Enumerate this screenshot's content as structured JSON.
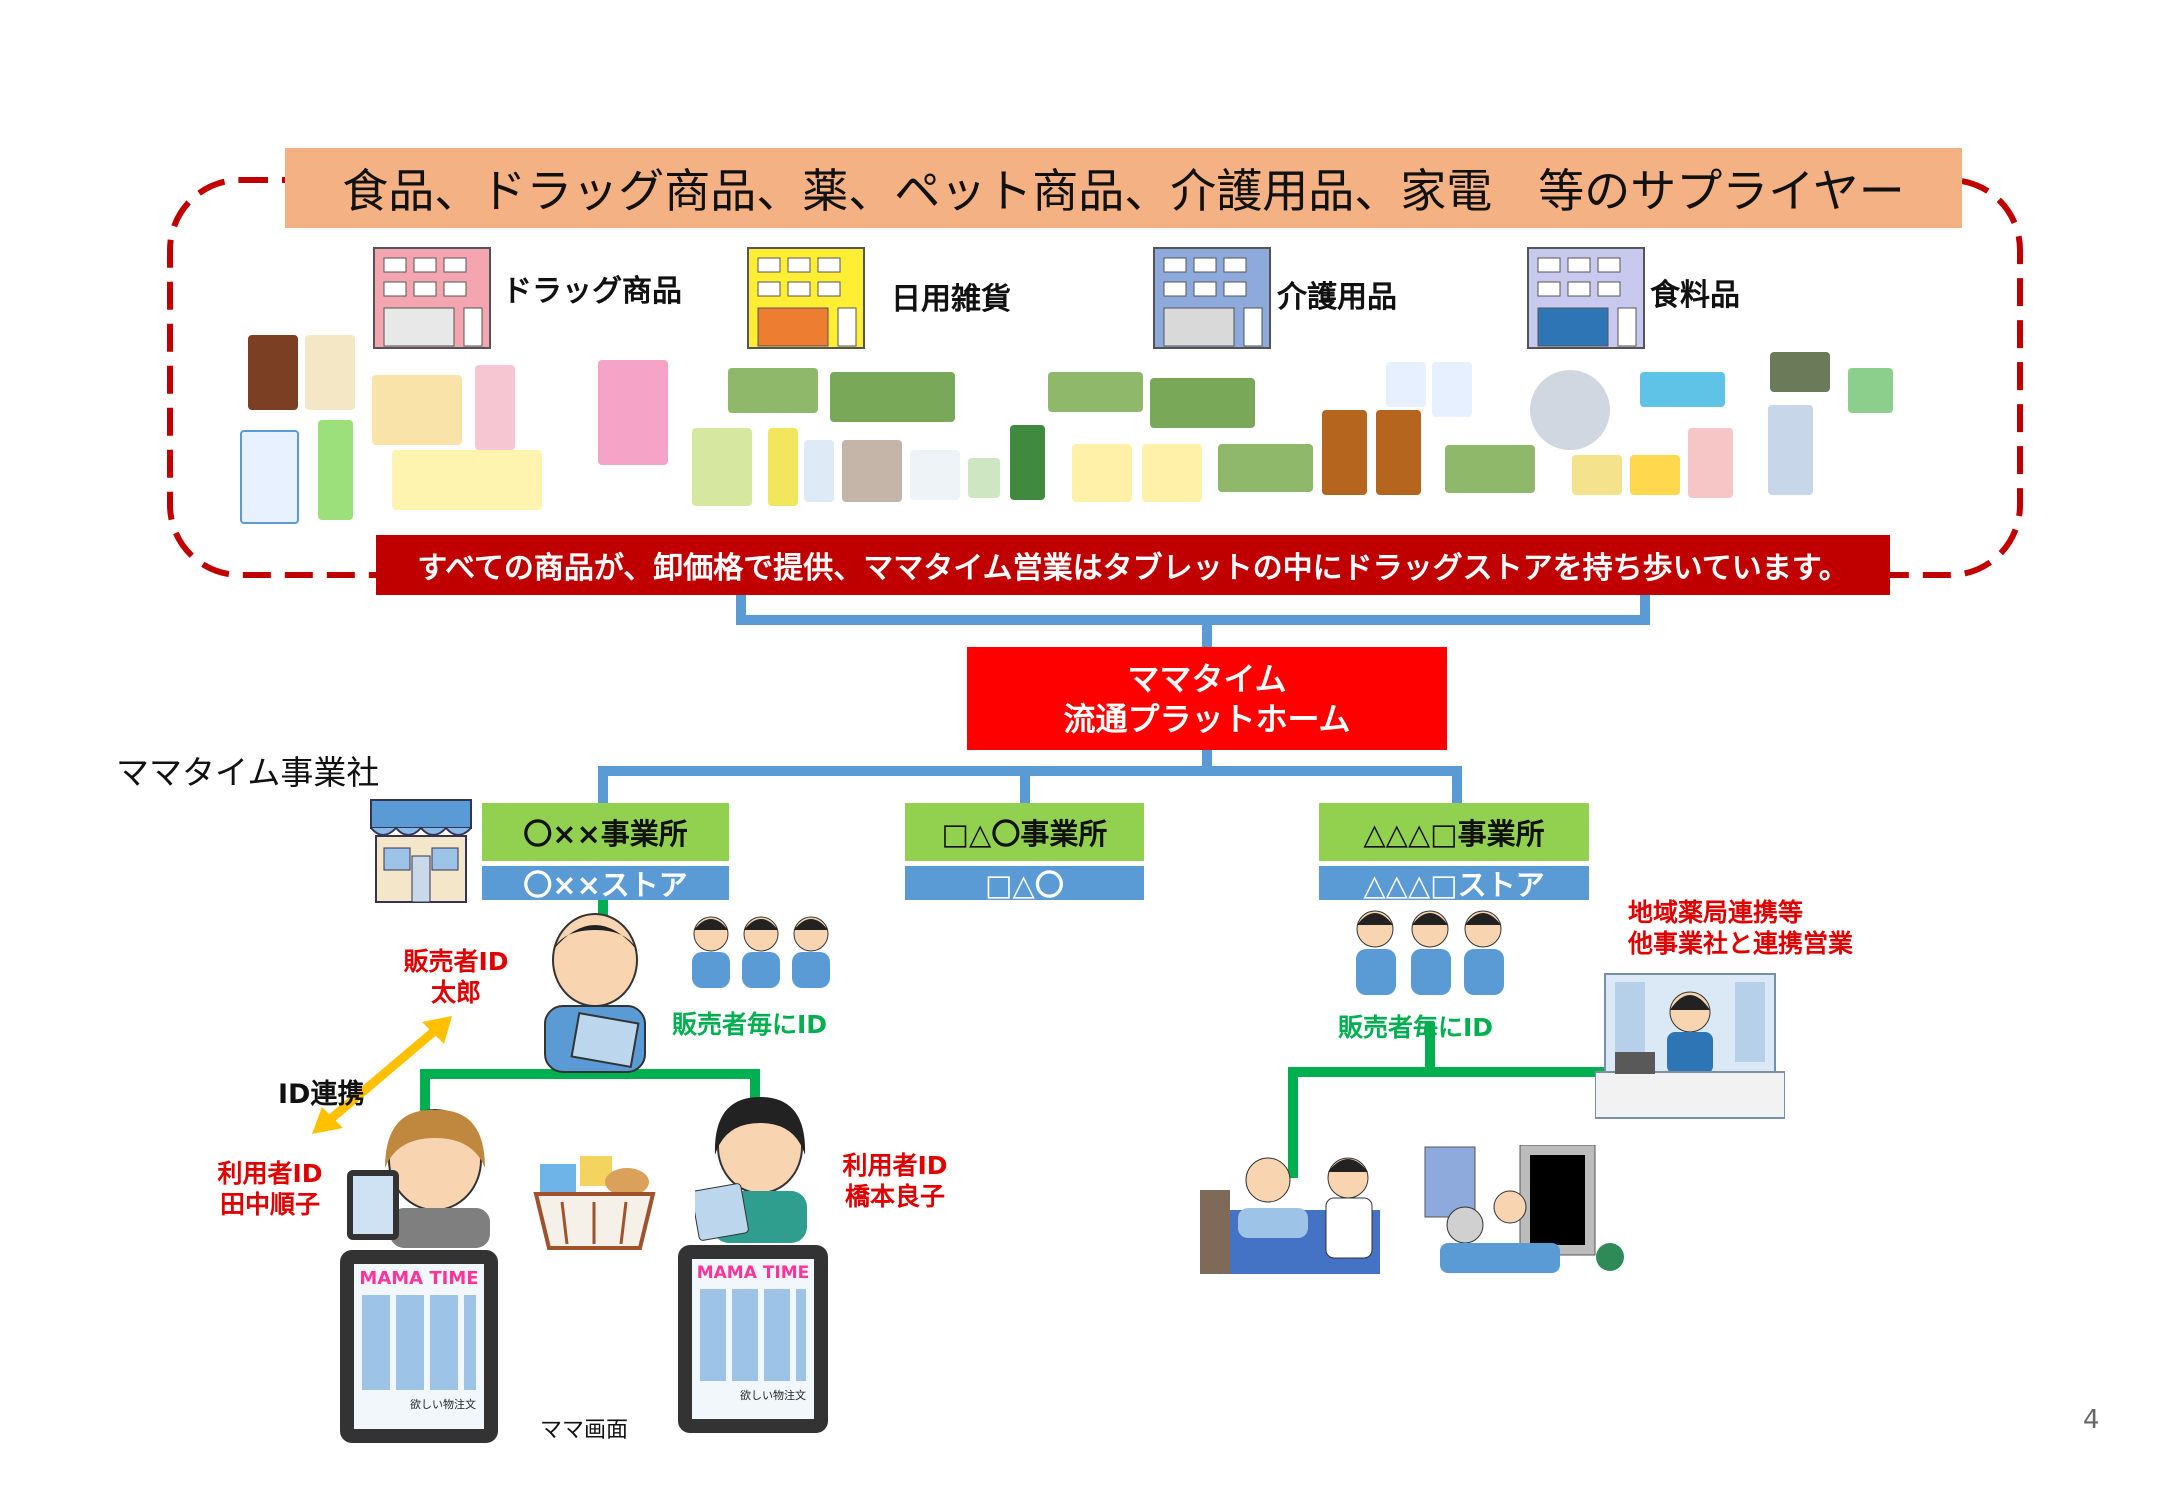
{
  "header": {
    "title": "食品、ドラッグ商品、薬、ペット商品、介護用品、家電　等のサプライヤー"
  },
  "suppliers": [
    {
      "label": "ドラッグ商品",
      "color": "#f4a6b0"
    },
    {
      "label": "日用雑貨",
      "color": "#ffee33"
    },
    {
      "label": "介護用品",
      "color": "#8ea9db"
    },
    {
      "label": "食料品",
      "color": "#c9c9ef"
    }
  ],
  "banner": {
    "text": "すべての商品が、卸価格で提供、ママタイム営業はタブレットの中にドラッグストアを持ち歩いています。"
  },
  "platform": {
    "line1": "ママタイム",
    "line2": "流通プラットホーム"
  },
  "company_label": "ママタイム事業社",
  "offices": [
    {
      "office": "〇××事業所",
      "store": "〇××ストア"
    },
    {
      "office": "□△〇事業所",
      "store": "□△〇"
    },
    {
      "office": "△△△□事業所",
      "store": "△△△□ストア"
    }
  ],
  "left_branch": {
    "seller_id": "販売者ID",
    "seller_name": "太郎",
    "id_link": "ID連携",
    "user1_id": "利用者ID",
    "user1_name": "田中順子",
    "user2_id": "利用者ID",
    "user2_name": "橋本良子",
    "per_seller": "販売者毎にID",
    "tablet_title": "MAMA TIME",
    "tablet_btn": "欲しい物注文",
    "mama_screen": "ママ画面"
  },
  "right_branch": {
    "per_seller": "販売者毎にID",
    "partner_line1": "地域薬局連携等",
    "partner_line2": "他事業社と連携営業"
  },
  "colors": {
    "dashed_border": "#c00000",
    "connector_blue": "#5b9bd5",
    "connector_green": "#00b050",
    "arrow": "#ffc000"
  },
  "page_number": "4"
}
